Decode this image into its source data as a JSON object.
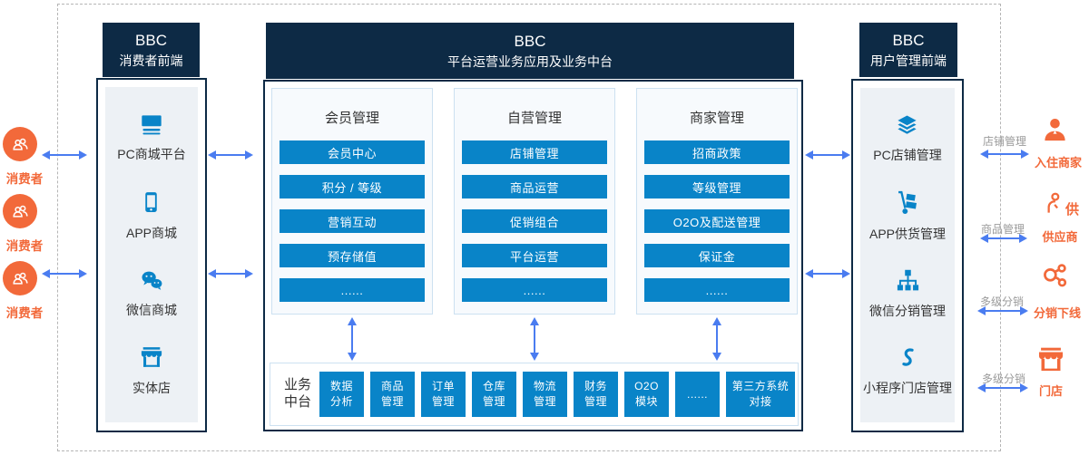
{
  "colors": {
    "navy_header": "#0d2a45",
    "module_blue": "#0984c8",
    "arrow_blue": "#4a7cf0",
    "actor_orange": "#f2693a",
    "panel_bg": "#f7fafd",
    "panel_border": "#cde1f1",
    "side_inner_bg": "#edf1f5",
    "relation_gray": "#9a9a9a",
    "text_dark": "#333333"
  },
  "consumers": {
    "labels": [
      "消费者",
      "消费者",
      "消费者"
    ]
  },
  "left_frontend": {
    "header": {
      "line1": "BBC",
      "line2": "消费者前端"
    },
    "items": [
      {
        "label": "PC商城平台"
      },
      {
        "label": "APP商城"
      },
      {
        "label": "微信商城"
      },
      {
        "label": "实体店"
      }
    ]
  },
  "center": {
    "header": {
      "line1": "BBC",
      "line2": "平台运营业务应用及业务中台"
    },
    "columns": [
      {
        "title": "会员管理",
        "items": [
          "会员中心",
          "积分 / 等级",
          "营销互动",
          "预存储值",
          "......"
        ]
      },
      {
        "title": "自营管理",
        "items": [
          "店铺管理",
          "商品运营",
          "促销组合",
          "平台运营",
          "......"
        ]
      },
      {
        "title": "商家管理",
        "items": [
          "招商政策",
          "等级管理",
          "O2O及配送管理",
          "保证金",
          "......"
        ]
      }
    ],
    "business_platform": {
      "label": "业务\n中台",
      "modules": [
        "数据\n分析",
        "商品\n管理",
        "订单\n管理",
        "仓库\n管理",
        "物流\n管理",
        "财务\n管理",
        "O2O\n模块",
        "......",
        "第三方系统\n对接"
      ]
    }
  },
  "right_frontend": {
    "header": {
      "line1": "BBC",
      "line2": "用户管理前端"
    },
    "items": [
      {
        "label": "PC店铺管理"
      },
      {
        "label": "APP供货管理"
      },
      {
        "label": "微信分销管理"
      },
      {
        "label": "小程序门店管理"
      }
    ]
  },
  "external_partners": [
    {
      "relation": "店铺管理",
      "label": "入住商家",
      "icon_char": ""
    },
    {
      "relation": "商品管理",
      "label": "供应商",
      "icon_char": "供"
    },
    {
      "relation": "多级分销",
      "label": "分销下线",
      "icon_char": ""
    },
    {
      "relation": "多级分销",
      "label": "门店",
      "icon_char": ""
    }
  ]
}
